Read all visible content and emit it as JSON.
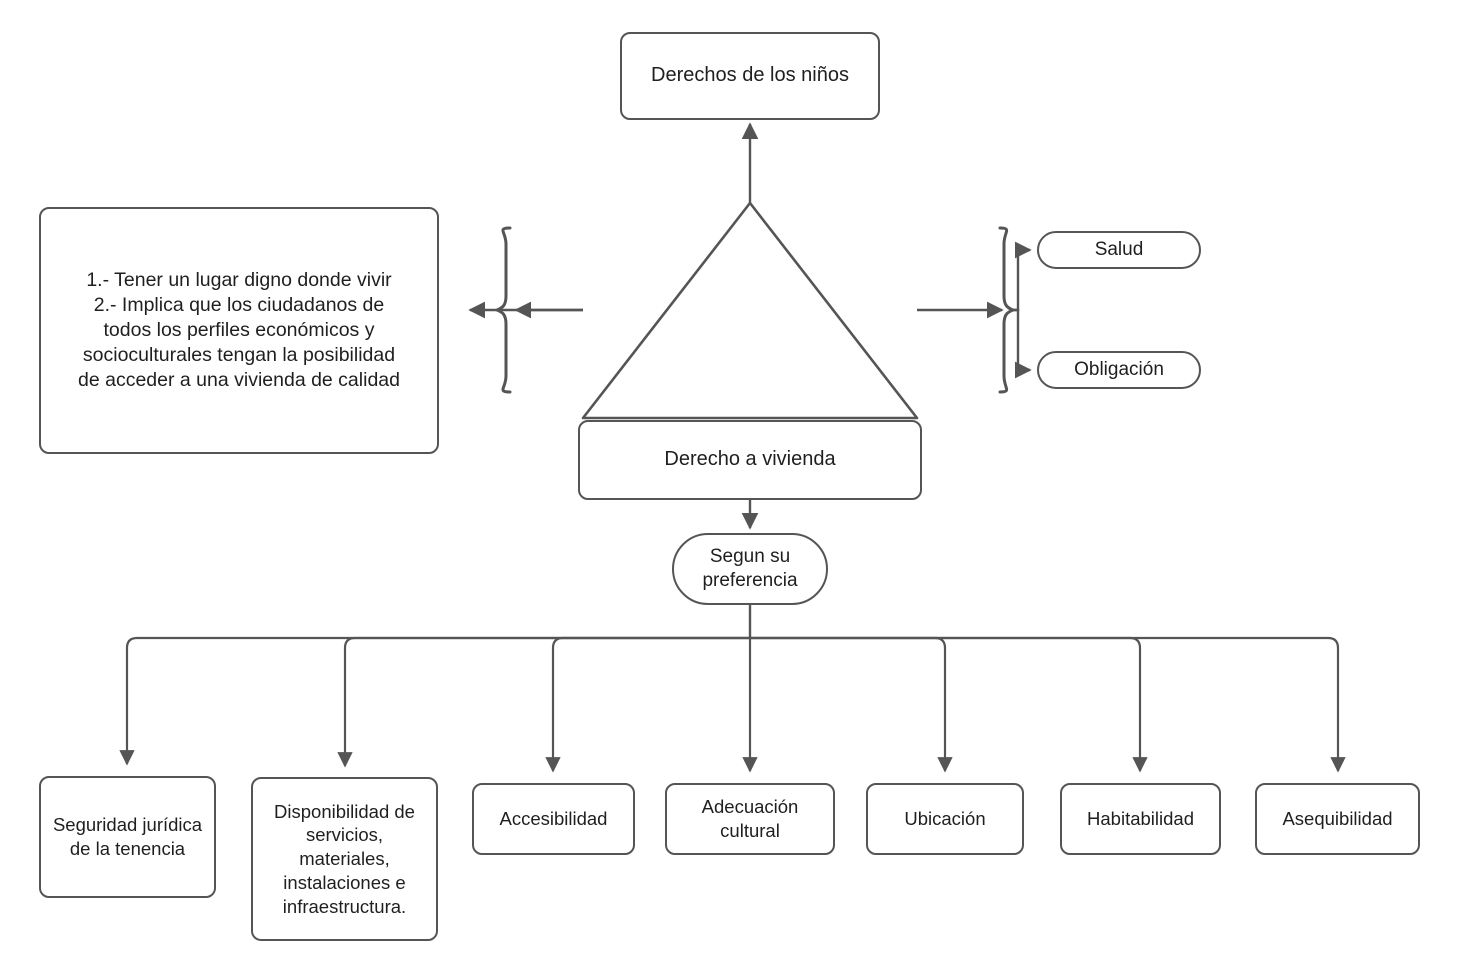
{
  "diagram": {
    "title_node": "Derechos de los niños",
    "center_node": "Derecho a vivienda",
    "description_box": "1.-  Tener un lugar digno donde vivir\n2.- Implica que los ciudadanos de\ntodos los perfiles económicos y\nsocioculturales tengan la posibilidad\nde acceder a una vivienda de calidad",
    "branch_label": "Segun su\npreferencia",
    "right_nodes": [
      {
        "label": "Salud"
      },
      {
        "label": "Obligación"
      }
    ],
    "leaf_nodes": [
      {
        "label": "Seguridad\njurídica de la\ntenencia"
      },
      {
        "label": "Disponibilidad\nde servicios,\nmateriales,\ninstalaciones e\ninfraestructura."
      },
      {
        "label": "Accesibilidad"
      },
      {
        "label": "Adecuación\ncultural"
      },
      {
        "label": "Ubicación"
      },
      {
        "label": "Habitabilidad"
      },
      {
        "label": "Asequibilidad"
      }
    ],
    "colors": {
      "stroke": "#555555",
      "text": "#1f1f1f",
      "background": "#ffffff"
    }
  }
}
